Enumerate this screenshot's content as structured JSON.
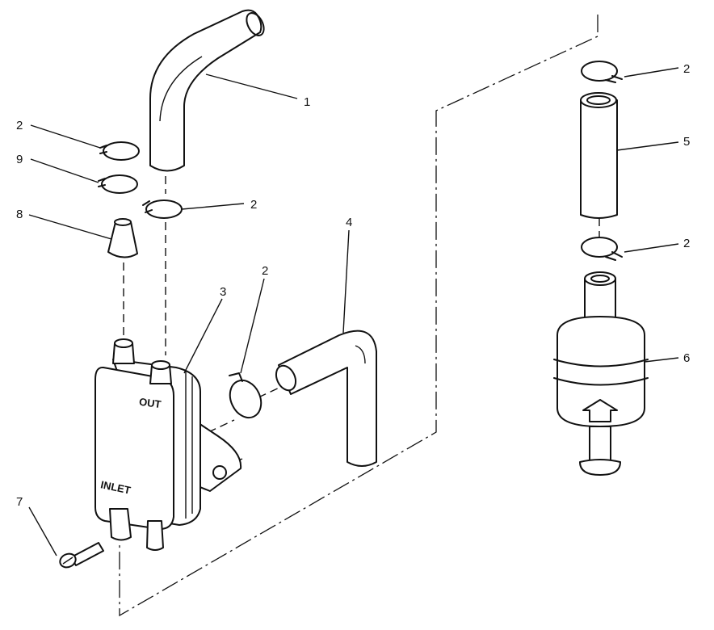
{
  "callouts": {
    "c1": "1",
    "c2a": "2",
    "c9": "9",
    "c2b": "2",
    "c8": "8",
    "c3": "3",
    "c2c": "2",
    "c4": "4",
    "c7": "7",
    "c2d": "2",
    "c5": "5",
    "c2e": "2",
    "c6": "6"
  },
  "markings": {
    "out": "OUT",
    "inlet": "INLET"
  }
}
